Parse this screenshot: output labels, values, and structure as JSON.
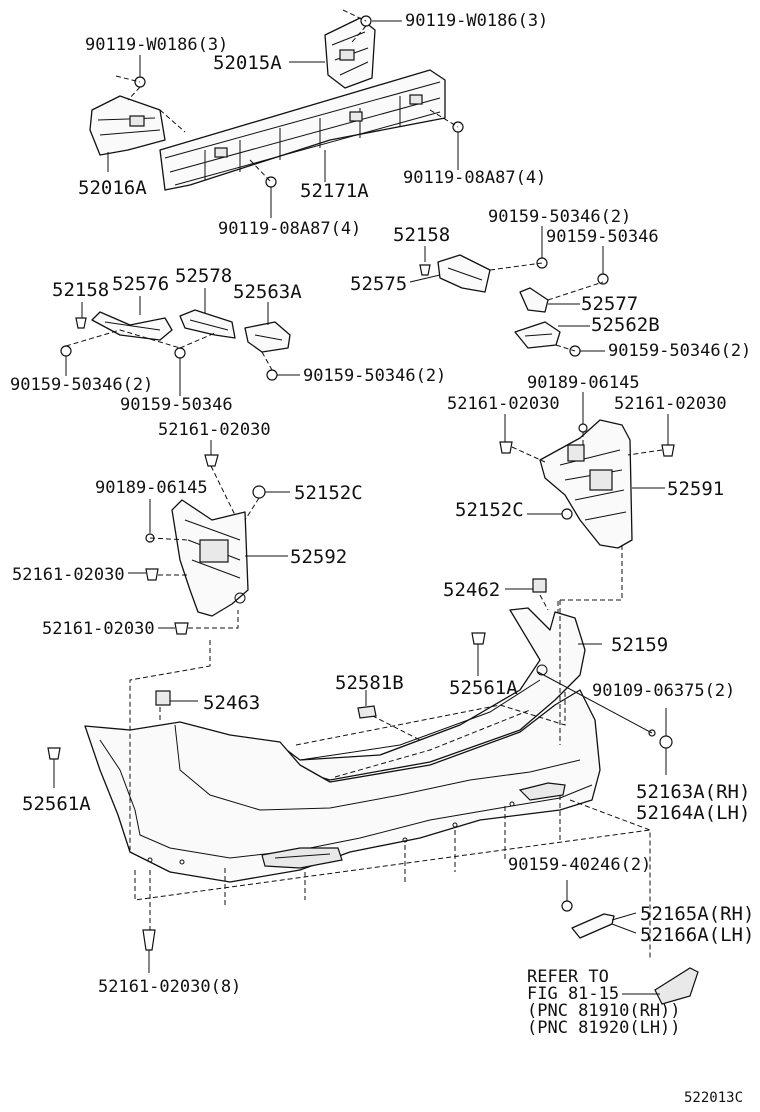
{
  "figure_code": "522013C",
  "labels": {
    "p90119_w0186_top_right": "90119-W0186(3)",
    "p90119_w0186_top_left": "90119-W0186(3)",
    "p52015A": "52015A",
    "p52016A": "52016A",
    "p52171A": "52171A",
    "p90119_08A87_right": "90119-08A87(4)",
    "p90119_08A87_left": "90119-08A87(4)",
    "p52158_right": "52158",
    "p90159_50346_2_right_top": "90159-50346(2)",
    "p90159_50346_right": "90159-50346",
    "p52575": "52575",
    "p52577": "52577",
    "p52562B": "52562B",
    "p90159_50346_2_right_mid": "90159-50346(2)",
    "p52158_left": "52158",
    "p52576": "52576",
    "p52578": "52578",
    "p52563A": "52563A",
    "p90159_50346_2_left": "90159-50346(2)",
    "p90159_50346_left": "90159-50346",
    "p90159_50346_2_center": "90159-50346(2)",
    "p52161_02030_top_left": "52161-02030",
    "p90189_06145_left": "90189-06145",
    "p52152C_left": "52152C",
    "p52592": "52592",
    "p52161_02030_mid_left": "52161-02030",
    "p52161_02030_low_left": "52161-02030",
    "p90189_06145_right": "90189-06145",
    "p52161_02030_right_a": "52161-02030",
    "p52161_02030_right_b": "52161-02030",
    "p52591": "52591",
    "p52152C_right": "52152C",
    "p52462": "52462",
    "p52159": "52159",
    "p52463": "52463",
    "p52581B": "52581B",
    "p52561A_center": "52561A",
    "p90109_06375": "90109-06375(2)",
    "p52163A": "52163A(RH)",
    "p52164A": "52164A(LH)",
    "p52561A_left": "52561A",
    "p90159_40246": "90159-40246(2)",
    "p52165A": "52165A(RH)",
    "p52166A": "52166A(LH)",
    "p52161_02030_bottom": "52161-02030(8)"
  },
  "reference_note": {
    "line1": "REFER TO",
    "line2": "FIG 81-15",
    "line3": "(PNC 81910(RH))",
    "line4": "(PNC 81920(LH))"
  }
}
